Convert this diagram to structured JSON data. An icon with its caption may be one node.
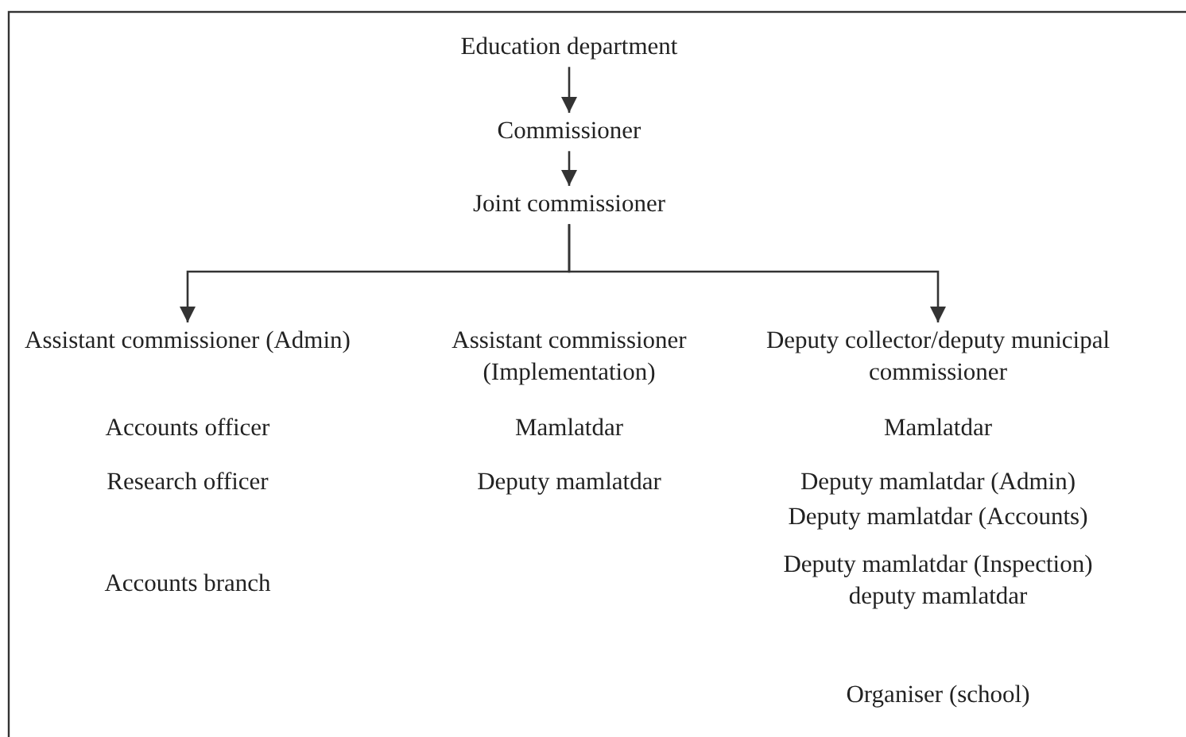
{
  "diagram": {
    "nodes": [
      {
        "text": [
          "Education department"
        ]
      },
      {
        "text": [
          "Commissioner"
        ]
      },
      {
        "text": [
          "Joint commissioner"
        ]
      },
      {
        "text": [
          "Assistant commissioner (Admin)"
        ]
      },
      {
        "text": [
          "Assistant commissioner (Implementation)"
        ]
      },
      {
        "text": [
          "Deputy collector/deputy municipal commissioner"
        ]
      }
    ],
    "edges": [
      {
        "from": 0,
        "to": 1,
        "arrow": "to"
      },
      {
        "from": 1,
        "to": 2,
        "arrow": "to"
      },
      {
        "from": 2,
        "to": 3,
        "arrow": "to"
      },
      {
        "from": 2,
        "to": 5,
        "arrow": "to"
      }
    ],
    "labels": [
      "Accounts officer",
      "Mamlatdar",
      "Mamlatdar",
      "Research officer",
      "Deputy mamlatdar",
      "Deputy mamlatdar (Admin)",
      "Deputy mamlatdar (Accounts)",
      "Accounts branch",
      "Deputy mamlatdar (Inspection) deputy mamlatdar",
      "Organiser (school)"
    ]
  }
}
